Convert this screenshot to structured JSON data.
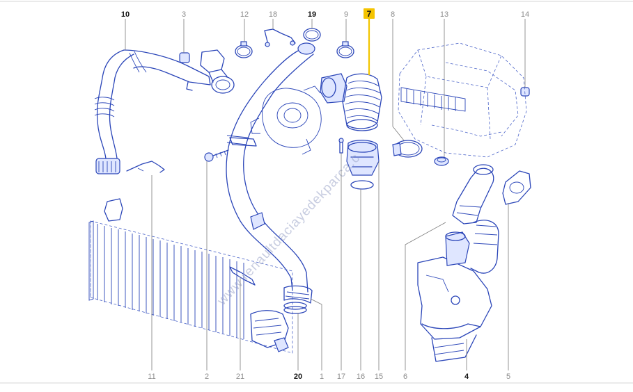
{
  "callouts": {
    "c10": "10",
    "c3": "3",
    "c12": "12",
    "c18": "18",
    "c19": "19",
    "c9": "9",
    "c7": "7",
    "c8": "8",
    "c13": "13",
    "c14": "14",
    "c11": "11",
    "c2": "2",
    "c21": "21",
    "c20": "20",
    "c1": "1",
    "c17": "17",
    "c16": "16",
    "c15": "15",
    "c6": "6",
    "c4": "4",
    "c5": "5"
  },
  "watermark": "www.renaultdaciayedekparca.c",
  "colors": {
    "part_stroke": "#2a45b8",
    "highlight": "#f5c400",
    "callout_gray": "#8a8a8a",
    "callout_bold": "#111111"
  }
}
